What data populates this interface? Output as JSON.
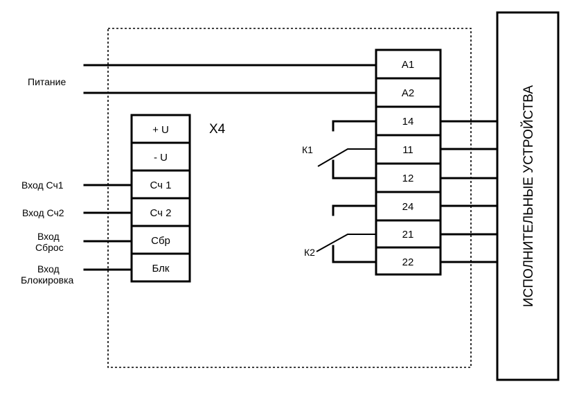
{
  "power": {
    "label": "Питание"
  },
  "module": {
    "label": "X4"
  },
  "left_terminals": [
    "+ U",
    "- U",
    "Сч 1",
    "Сч 2",
    "Сбр",
    "Блк"
  ],
  "inputs": {
    "count1": "Вход Сч1",
    "count2": "Вход Сч2",
    "reset": [
      "Вход",
      "Сброс"
    ],
    "block": [
      "Вход",
      "Блокировка"
    ]
  },
  "right_terminals": [
    "A1",
    "A2",
    "14",
    "11",
    "12",
    "24",
    "21",
    "22"
  ],
  "relays": {
    "k1": "К1",
    "k2": "К2"
  },
  "actuators": {
    "label": "ИСПОЛНИТЕЛЬНЫЕ УСТРОЙСТВА"
  }
}
